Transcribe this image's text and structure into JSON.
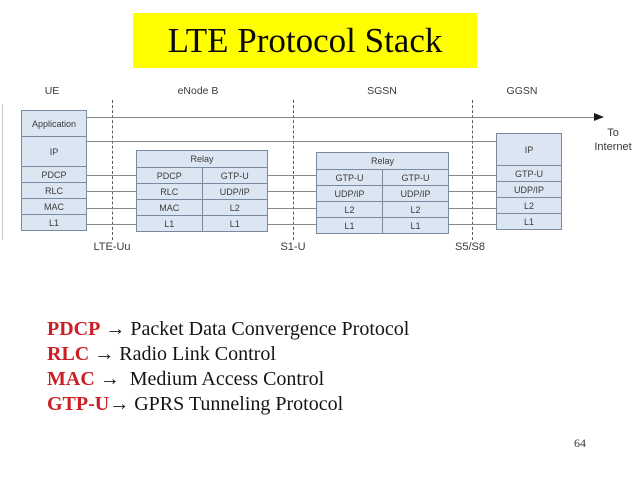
{
  "title": "LTE Protocol Stack",
  "page_number": "64",
  "colors": {
    "title_background": "#ffff00",
    "acronym_red": "#cc1e25",
    "box_fill": "#dce6f2",
    "box_border": "#7a8aa0"
  },
  "diagram": {
    "node_labels": [
      "UE",
      "eNode B",
      "SGSN",
      "GGSN"
    ],
    "ue": {
      "rows": [
        "Application",
        "IP",
        "PDCP",
        "RLC",
        "MAC",
        "L1"
      ]
    },
    "enodeb": {
      "relay": "Relay",
      "left": [
        "PDCP",
        "RLC",
        "MAC",
        "L1"
      ],
      "right": [
        "GTP-U",
        "UDP/IP",
        "L2",
        "L1"
      ]
    },
    "sgsn": {
      "relay": "Relay",
      "left": [
        "GTP-U",
        "UDP/IP",
        "L2",
        "L1"
      ],
      "right": [
        "GTP-U",
        "UDP/IP",
        "L2",
        "L1"
      ]
    },
    "ggsn": {
      "rows": [
        "IP",
        "GTP-U",
        "UDP/IP",
        "L2",
        "L1"
      ]
    },
    "interface_labels": [
      "LTE-Uu",
      "S1-U",
      "S5/S8"
    ],
    "to_internet": {
      "line1": "To",
      "line2": "Internet"
    }
  },
  "definitions": [
    {
      "acronym": "PDCP",
      "rest": " → Packet Data Convergence Protocol"
    },
    {
      "acronym": "RLC",
      "rest": " → Radio Link Control"
    },
    {
      "acronym": "MAC",
      "rest": " →  Medium Access Control"
    },
    {
      "acronym": "GTP-U",
      "rest": "→ GPRS Tunneling Protocol"
    }
  ]
}
